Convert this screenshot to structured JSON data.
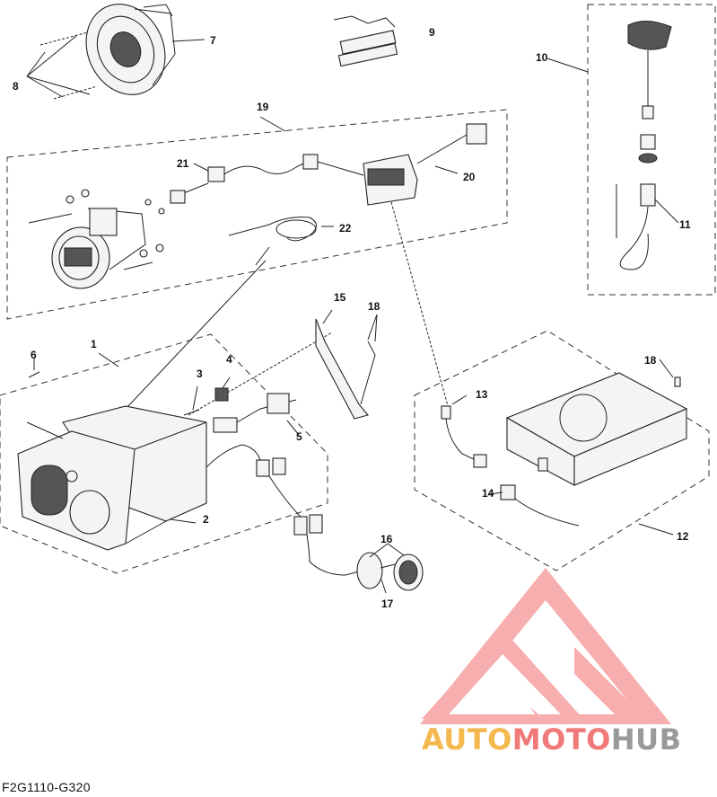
{
  "callouts": {
    "c1": "1",
    "c2": "2",
    "c3": "3",
    "c4": "4",
    "c5": "5",
    "c6": "6",
    "c7": "7",
    "c8": "8",
    "c9": "9",
    "c10": "10",
    "c11": "11",
    "c12": "12",
    "c13": "13",
    "c14": "14",
    "c15": "15",
    "c16": "16",
    "c17": "17",
    "c18a": "18",
    "c18b": "18",
    "c19": "19",
    "c20": "20",
    "c21": "21",
    "c22": "22"
  },
  "footer": {
    "code": "F2G1110-G320"
  },
  "watermark": {
    "part1": "AUTO",
    "part2": "MOTO",
    "part3": "HUB",
    "color_auto": "#f4b94e",
    "color_moto": "#f07a7a",
    "color_hub": "#9a9a9a",
    "logo_color": "#f5a0a0"
  }
}
